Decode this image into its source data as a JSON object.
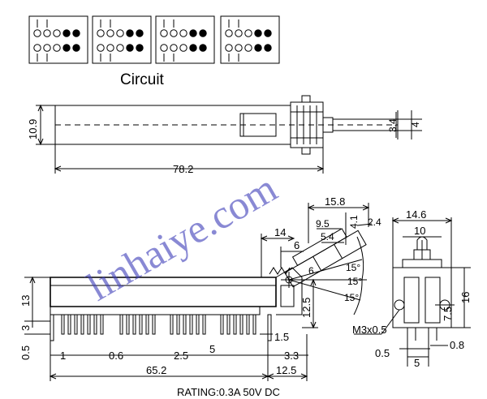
{
  "circuit": {
    "title": "Circuit",
    "banks": [
      {
        "top": [
          "open",
          "open",
          "open",
          "filled",
          "filled"
        ],
        "bottom": [
          "open",
          "open",
          "open",
          "filled",
          "filled"
        ]
      },
      {
        "top": [
          "open",
          "open",
          "open",
          "filled",
          "filled"
        ],
        "bottom": [
          "open",
          "open",
          "open",
          "filled",
          "filled"
        ]
      },
      {
        "top": [
          "open",
          "open",
          "open",
          "filled",
          "filled"
        ],
        "bottom": [
          "open",
          "open",
          "open",
          "filled",
          "filled"
        ]
      },
      {
        "top": [
          "open",
          "open",
          "open",
          "filled",
          "filled"
        ],
        "bottom": [
          "open",
          "open",
          "open",
          "filled",
          "filled"
        ]
      }
    ]
  },
  "watermark": {
    "text": "linhaiye.com",
    "color": "#3b3ab8"
  },
  "top_view": {
    "dims": {
      "height": "10.9",
      "length": "78.2",
      "shaft_a": "3.4",
      "shaft_b": "4"
    }
  },
  "side_view": {
    "dims": {
      "top_width": "15.8",
      "d_9_5": "9.5",
      "d_5_4": "5.4",
      "d_4_1": "4.1",
      "d_2_4": "2.4",
      "d_14": "14",
      "d_6": "6",
      "angle_1": "15°",
      "angle_2": "15°",
      "angle_3": "15°",
      "d_12_5_v": "12.5",
      "d_13": "13",
      "d_3": "3",
      "d_0_5": "0.5",
      "d_1_5": "1.5",
      "pitch_1": "1",
      "pitch_0_6": "0.6",
      "pitch_2_5": "2.5",
      "pitch_5": "5",
      "d_3_3": "3.3",
      "body_len": "65.2",
      "tail_len": "12.5"
    }
  },
  "end_view": {
    "dims": {
      "width": "14.6",
      "inner": "10",
      "d_7_5": "7.5",
      "d_16": "16",
      "thread": "M3x0.5",
      "d_0_5": "0.5",
      "d_0_8": "0.8",
      "d_5": "5"
    }
  },
  "rating": "RATING:0.3A 50V DC"
}
